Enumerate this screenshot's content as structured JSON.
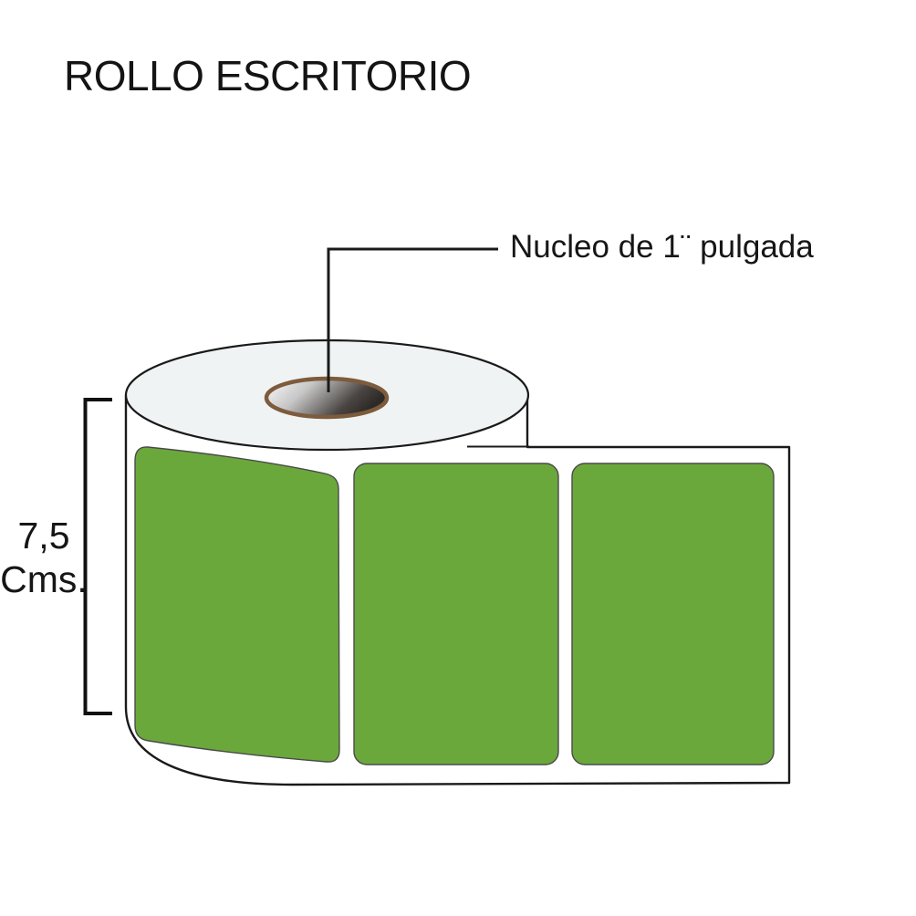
{
  "title": "ROLLO ESCRITORIO",
  "annotation": {
    "core_label": "Nucleo de 1¨ pulgada"
  },
  "dimension": {
    "value": "7,5",
    "unit": "Cms."
  },
  "illustration": {
    "label_count": "3"
  },
  "colors": {
    "label_green": "#6BA83C",
    "core_ring_brown": "#7D5B3C",
    "roll_top_fill": "#EFF3F4",
    "outline_black": "#1A1A1A"
  }
}
